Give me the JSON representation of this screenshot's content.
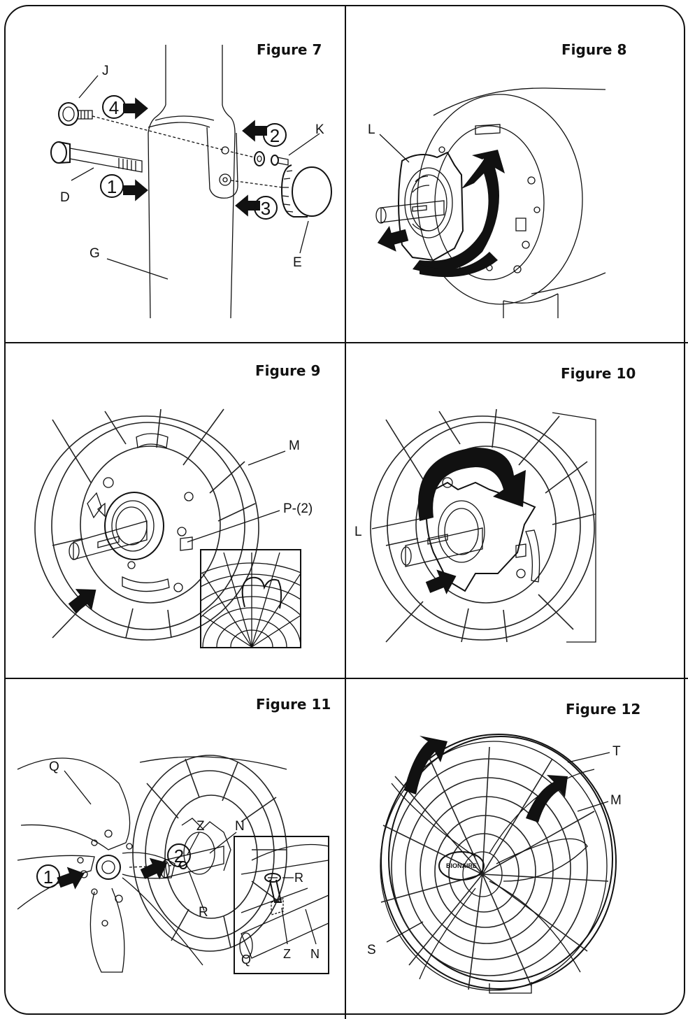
{
  "figures": {
    "fig7": {
      "title": "Figure 7",
      "labels": {
        "J": "J",
        "D": "D",
        "G": "G",
        "K": "K",
        "E": "E"
      },
      "steps": [
        "4",
        "2",
        "1",
        "3"
      ]
    },
    "fig8": {
      "title": "Figure 8",
      "labels": {
        "L": "L"
      }
    },
    "fig9": {
      "title": "Figure 9",
      "labels": {
        "M": "M",
        "P": "P-(2)"
      }
    },
    "fig10": {
      "title": "Figure 10",
      "labels": {
        "L": "L"
      }
    },
    "fig11": {
      "title": "Figure 11",
      "labels": {
        "Q": "Q",
        "Z": "Z",
        "N": "N",
        "R": "R",
        "R2": "R",
        "Q2": "Q",
        "Z2": "Z",
        "N2": "N"
      },
      "steps": [
        "1",
        "2"
      ]
    },
    "fig12": {
      "title": "Figure 12",
      "labels": {
        "T": "T",
        "M": "M",
        "S": "S"
      },
      "brand": "BIONAIRE"
    }
  }
}
